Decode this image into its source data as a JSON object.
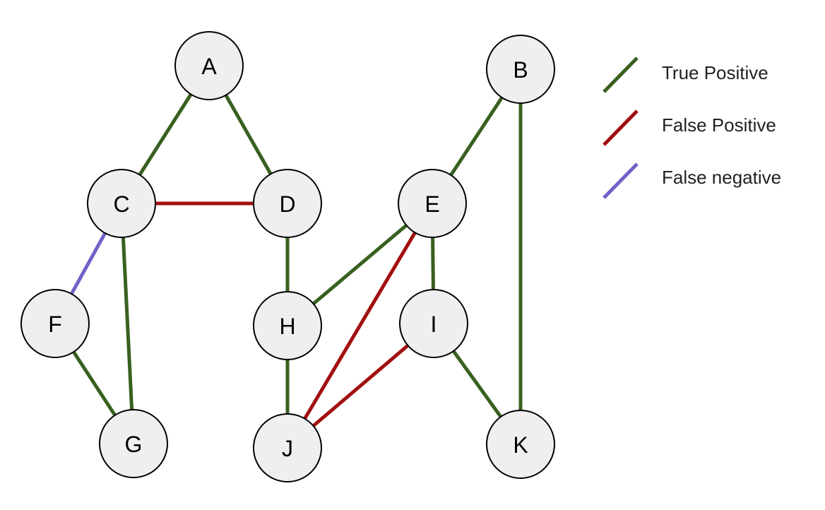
{
  "colors": {
    "true_positive": "#38601f",
    "false_positive": "#a10f0f",
    "false_negative": "#7460c8",
    "node_fill": "#efefef",
    "node_stroke": "#000000"
  },
  "legend": [
    {
      "key": "true_positive",
      "label": "True Positive"
    },
    {
      "key": "false_positive",
      "label": "False Positive"
    },
    {
      "key": "false_negative",
      "label": "False negative"
    }
  ],
  "nodes": [
    {
      "id": "A",
      "label": "A"
    },
    {
      "id": "B",
      "label": "B"
    },
    {
      "id": "C",
      "label": "C"
    },
    {
      "id": "D",
      "label": "D"
    },
    {
      "id": "E",
      "label": "E"
    },
    {
      "id": "F",
      "label": "F"
    },
    {
      "id": "G",
      "label": "G"
    },
    {
      "id": "H",
      "label": "H"
    },
    {
      "id": "I",
      "label": "I"
    },
    {
      "id": "J",
      "label": "J"
    },
    {
      "id": "K",
      "label": "K"
    }
  ],
  "edges": [
    {
      "from": "A",
      "to": "C",
      "type": "true_positive"
    },
    {
      "from": "A",
      "to": "D",
      "type": "true_positive"
    },
    {
      "from": "C",
      "to": "D",
      "type": "false_positive"
    },
    {
      "from": "C",
      "to": "F",
      "type": "false_negative"
    },
    {
      "from": "C",
      "to": "G",
      "type": "true_positive"
    },
    {
      "from": "F",
      "to": "G",
      "type": "true_positive"
    },
    {
      "from": "D",
      "to": "H",
      "type": "true_positive"
    },
    {
      "from": "H",
      "to": "J",
      "type": "true_positive"
    },
    {
      "from": "E",
      "to": "H",
      "type": "true_positive"
    },
    {
      "from": "E",
      "to": "J",
      "type": "false_positive"
    },
    {
      "from": "I",
      "to": "J",
      "type": "false_positive"
    },
    {
      "from": "E",
      "to": "I",
      "type": "true_positive"
    },
    {
      "from": "B",
      "to": "E",
      "type": "true_positive"
    },
    {
      "from": "B",
      "to": "K",
      "type": "true_positive"
    },
    {
      "from": "I",
      "to": "K",
      "type": "true_positive"
    }
  ]
}
